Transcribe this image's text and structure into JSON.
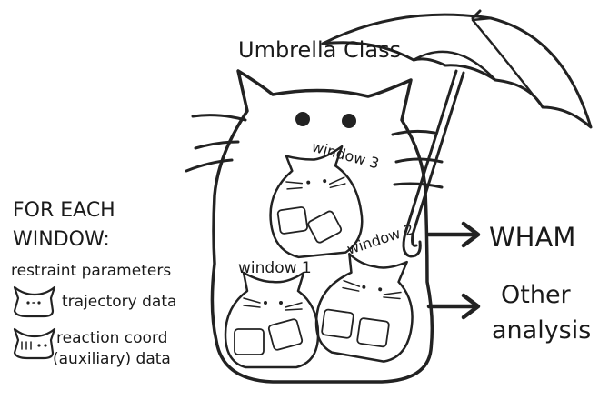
{
  "title": "Umbrella Class",
  "windows": [
    {
      "label": "window 3"
    },
    {
      "label": "window 1"
    },
    {
      "label": "window 2"
    }
  ],
  "legend": {
    "heading_line1": "FOR EACH",
    "heading_line2": "WINDOW:",
    "params": "restraint parameters",
    "traj": "trajectory data",
    "rc_line1": "reaction coord",
    "rc_line2": "(auxiliary) data"
  },
  "outputs": {
    "wham": "WHAM",
    "other_line1": "Other",
    "other_line2": "analysis"
  },
  "colors": {
    "ink": "#222222",
    "background": "#ffffff"
  }
}
